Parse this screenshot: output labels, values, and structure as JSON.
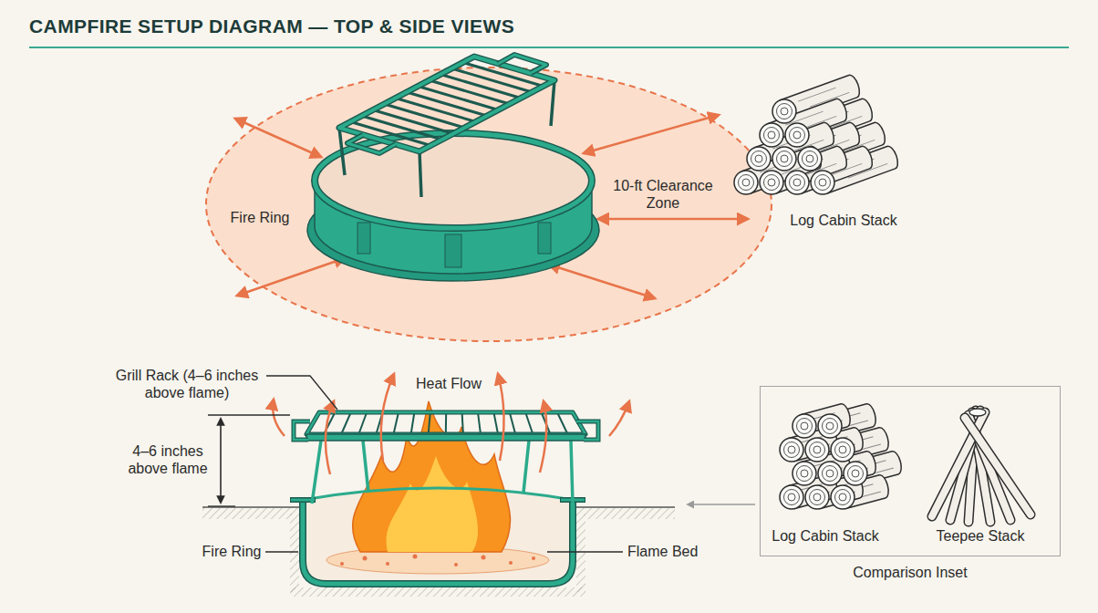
{
  "diagram": {
    "title": "CAMPFIRE SETUP DIAGRAM — TOP & SIDE VIEWS",
    "nodes": [
      {
        "text": [
          "Comparison Inset"
        ]
      }
    ],
    "labels": [
      "Fire Ring",
      "10-ft Clearance Zone",
      "Log Cabin Stack",
      "Grill Rack (4–6 inches above flame)",
      "Heat Flow",
      "4–6 inches above flame",
      "Fire Ring",
      "Flame Bed",
      "Log Cabin Stack",
      "Teepee Stack"
    ]
  }
}
